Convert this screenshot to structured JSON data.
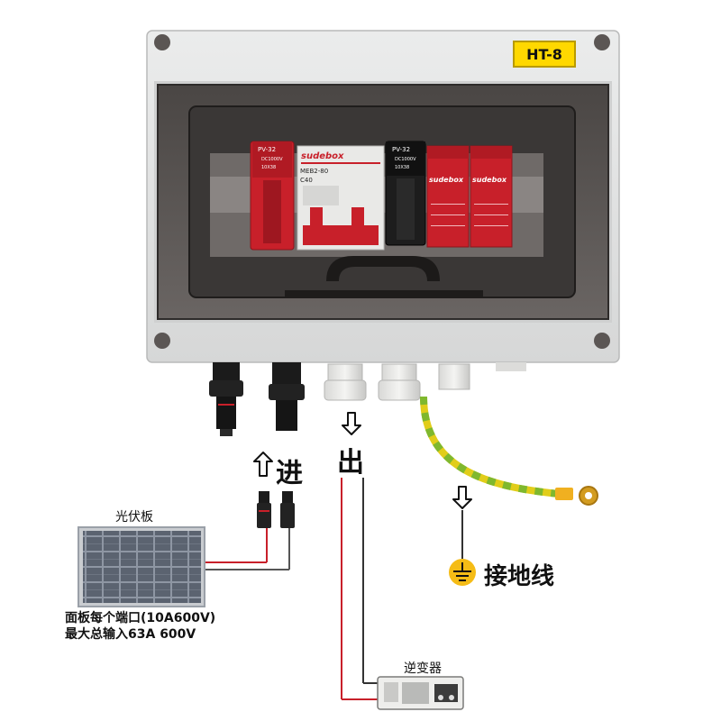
{
  "model_tag": "HT-8",
  "brand": "sudebox",
  "fuse_left": {
    "type": "PV-32",
    "rating": "DC1000V",
    "size": "10X38"
  },
  "fuse_right": {
    "type": "PV-32",
    "rating": "DC1000V",
    "size": "10X38"
  },
  "breaker": {
    "model": "MEB2-80",
    "curve": "C40"
  },
  "labels": {
    "input": "进",
    "output": "出",
    "ground": "接地线",
    "panel": "光伏板",
    "inverter": "逆变器",
    "note_line1": "面板每个端口(10A600V)",
    "note_line2": "最大总输入63A 600V"
  },
  "colors": {
    "enclosure": "#e2e3e3",
    "tag": "#ffd800",
    "red_device": "#c8202a",
    "ground_wire": "#7fb82e"
  }
}
